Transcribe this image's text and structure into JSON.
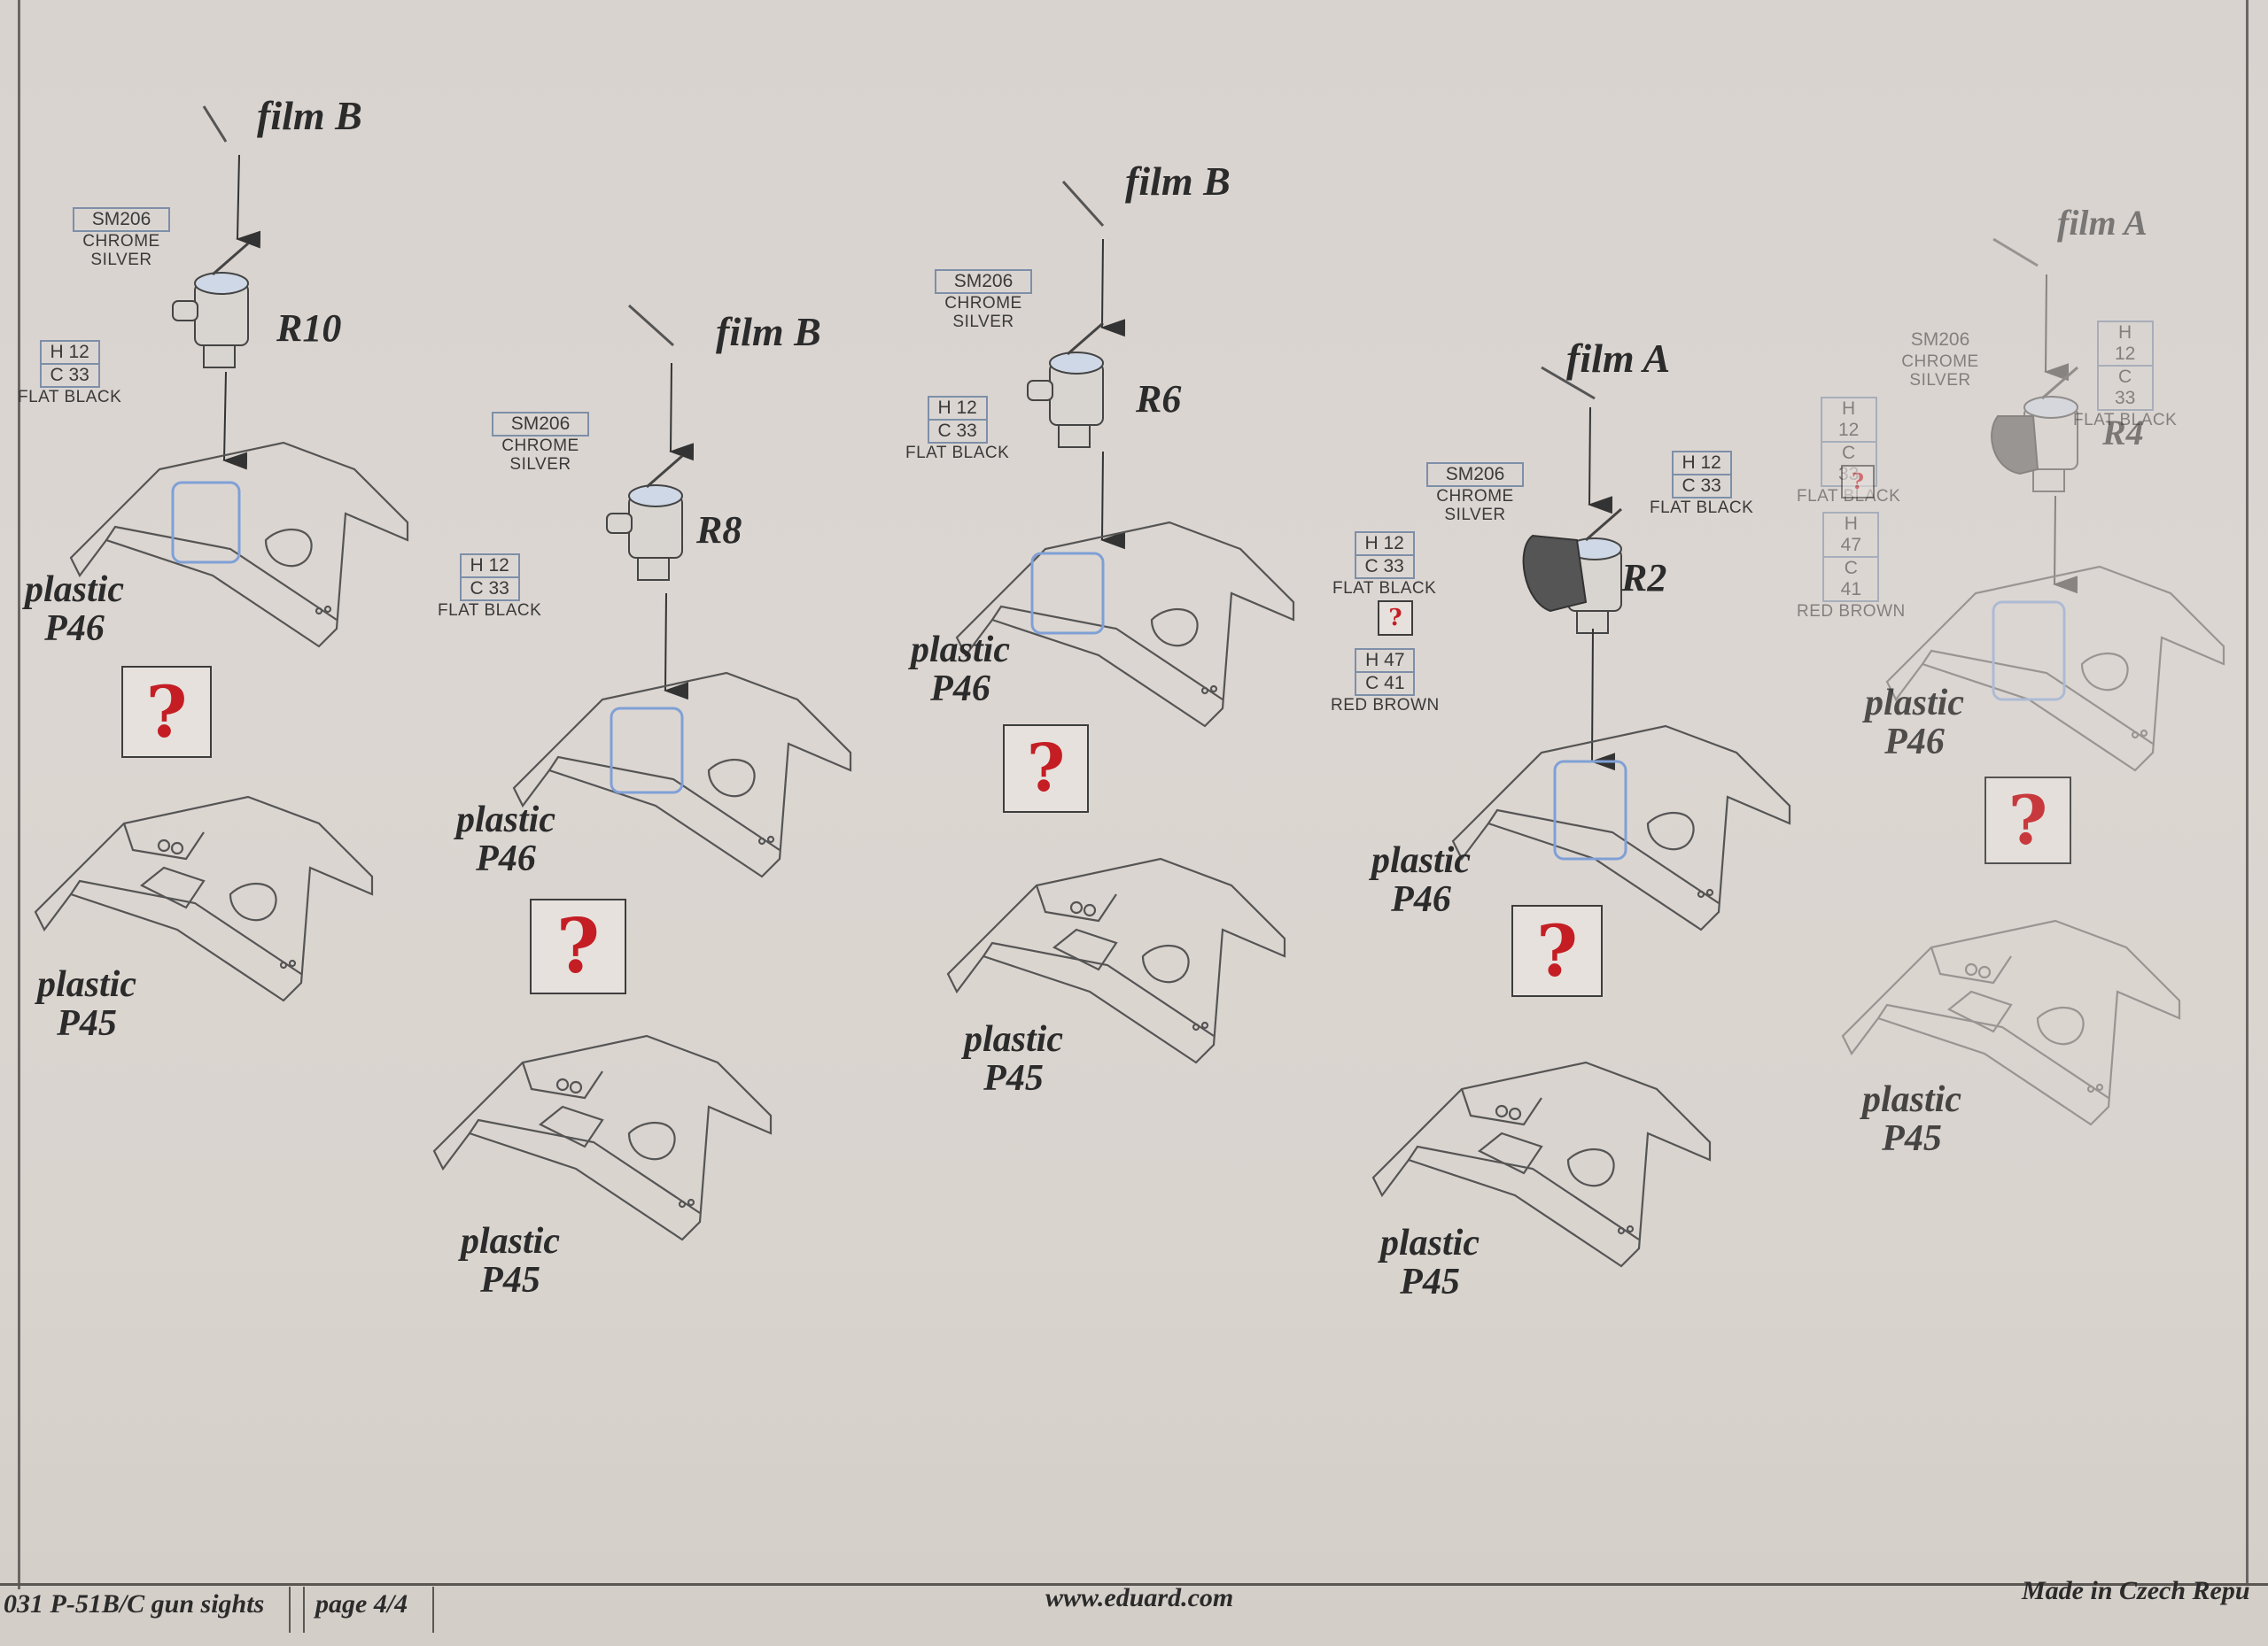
{
  "steps": [
    {
      "film": "film B",
      "part": "R10",
      "paint_top": {
        "codes": [
          "SM206"
        ],
        "name": "CHROME SILVER"
      },
      "paint_side": {
        "codes": [
          "H 12",
          "C 33"
        ],
        "name": "FLAT BLACK"
      },
      "plastic_top": {
        "line1": "plastic",
        "line2": "P46"
      },
      "plastic_bottom": {
        "line1": "plastic",
        "line2": "P45"
      },
      "question": "?"
    },
    {
      "film": "film B",
      "part": "R8",
      "paint_top": {
        "codes": [
          "SM206"
        ],
        "name": "CHROME SILVER"
      },
      "paint_side": {
        "codes": [
          "H 12",
          "C 33"
        ],
        "name": "FLAT BLACK"
      },
      "plastic_top": {
        "line1": "plastic",
        "line2": "P46"
      },
      "plastic_bottom": {
        "line1": "plastic",
        "line2": "P45"
      },
      "question": "?"
    },
    {
      "film": "film B",
      "part": "R6",
      "paint_top": {
        "codes": [
          "SM206"
        ],
        "name": "CHROME SILVER"
      },
      "paint_side": {
        "codes": [
          "H 12",
          "C 33"
        ],
        "name": "FLAT BLACK"
      },
      "plastic_top": {
        "line1": "plastic",
        "line2": "P46"
      },
      "plastic_bottom": {
        "line1": "plastic",
        "line2": "P45"
      },
      "question": "?"
    },
    {
      "film": "film A",
      "part": "R2",
      "paint_top": {
        "codes": [
          "SM206"
        ],
        "name": "CHROME SILVER"
      },
      "paint_right": {
        "codes": [
          "H 12",
          "C 33"
        ],
        "name": "FLAT BLACK"
      },
      "paint_left": {
        "codes": [
          "H 12",
          "C 33"
        ],
        "name": "FLAT BLACK"
      },
      "paint_small_q": "?",
      "paint_brown": {
        "codes": [
          "H 47",
          "C 41"
        ],
        "name": "RED BROWN"
      },
      "plastic_top": {
        "line1": "plastic",
        "line2": "P46"
      },
      "plastic_bottom": {
        "line1": "plastic",
        "line2": "P45"
      },
      "question": "?"
    },
    {
      "film": "film A",
      "part": "R4",
      "paint_top": {
        "codes": [
          "SM206"
        ],
        "name": "CHROME SILVER"
      },
      "paint_right": {
        "codes": [
          "H 12",
          "C 33"
        ],
        "name": "FLAT BLACK"
      },
      "paint_left": {
        "codes": [
          "H 12",
          "C 33"
        ],
        "name": "FLAT BLACK"
      },
      "paint_small_q": "?",
      "paint_brown": {
        "codes": [
          "H 47",
          "C 41"
        ],
        "name": "RED BROWN"
      },
      "plastic_top": {
        "line1": "plastic",
        "line2": "P46"
      },
      "plastic_bottom": {
        "line1": "plastic",
        "line2": "P45"
      },
      "question": "?"
    }
  ],
  "footer": {
    "kit": "031  P-51B/C gun sights",
    "page": "page 4/4",
    "website": "www.eduard.com",
    "origin": "Made in Czech Repu"
  },
  "colors": {
    "ink": "#2b2b2b",
    "question_red": "#c41e24",
    "blue_highlight": "#7fa0d6"
  }
}
